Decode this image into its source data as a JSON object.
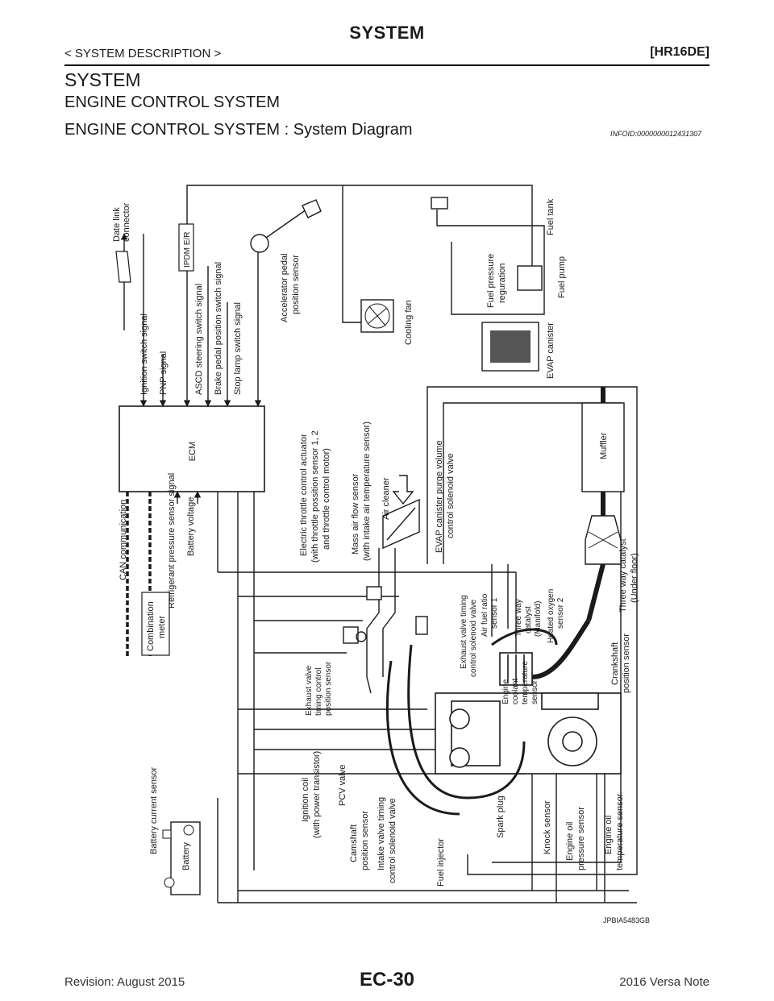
{
  "header": {
    "title": "SYSTEM",
    "section": "< SYSTEM DESCRIPTION >",
    "engine": "[HR16DE]"
  },
  "headings": {
    "h1": "SYSTEM",
    "h2": "ENGINE CONTROL SYSTEM",
    "h3": "ENGINE CONTROL SYSTEM : System  Diagram",
    "info_id": "INFOID:0000000012431307"
  },
  "diagram": {
    "figure_id": "JPBIA5483GB",
    "labels": {
      "ecm": "ECM",
      "data_link_1": "Date link",
      "data_link_2": "connector",
      "ipdm": "IPDM E/R",
      "ignition_switch": "Ignition switch signal",
      "pnp": "PNP signal",
      "ascd": "ASCD steering switch signal",
      "brake_pedal": "Brake pedal position switch signal",
      "stop_lamp": "Stop lamp switch signal",
      "can": "CAN communication",
      "refrigerant": "Refrigerant pressure sensor signal",
      "battery_voltage": "Battery voltage",
      "combination_1": "Combination",
      "combination_2": "meter",
      "accelerator_1": "Accelerator pedal",
      "accelerator_2": "position sensor",
      "cooling_fan": "Cooling fan",
      "fuel_pressure_1": "Fuel pressure",
      "fuel_pressure_2": "reguration",
      "fuel_tank": "Fuel tank",
      "fuel_pump": "Fuel pump",
      "evap_canister": "EVAP canister",
      "muffler": "Muffler",
      "throttle_1": "Electric throttle control actuator",
      "throttle_2": "(with throttle possition sensor 1, 2",
      "throttle_3": "and throttle control motor)",
      "maf_1": "Mass air flow sensor",
      "maf_2": "(with intake air temperature sensor)",
      "air_cleaner": "Air cleaner",
      "evap_purge_1": "EVAP canister purge volume",
      "evap_purge_2": "control solenoid valve",
      "three_way_floor_1": "Three way catalyst",
      "three_way_floor_2": "(Under floor)",
      "exhaust_timing_1": "Exhaust valve timing",
      "exhaust_timing_2": "control solenoid valve",
      "af_1": "Air fuel ratio",
      "af_2": "sensor 1",
      "three_way_man_1": "Three way",
      "three_way_man_2": "catalyst",
      "three_way_man_3": "(Manifold)",
      "ho2_1": "Heated oxygen",
      "ho2_2": "sensor 2",
      "exhaust_pos_1": "Exhaust valve",
      "exhaust_pos_2": "timing control",
      "exhaust_pos_3": "position sensor",
      "coolant_1": "Engine",
      "coolant_2": "coolant",
      "coolant_3": "temperature",
      "coolant_4": "sensor",
      "crankshaft_1": "Crankshaft",
      "crankshaft_2": "position sensor",
      "ignition_coil_1": "Ignition coil",
      "ignition_coil_2": "(with power transistor)",
      "pcv": "PCV valve",
      "camshaft_1": "Camshaft",
      "camshaft_2": "position sensor",
      "intake_timing_1": "Intake valve timing",
      "intake_timing_2": "control solenoid valve",
      "fuel_injector": "Fuel injector",
      "spark_plug": "Spark plug",
      "knock": "Knock sensor",
      "oil_pressure_1": "Engine oil",
      "oil_pressure_2": "pressure sensor",
      "oil_temp_1": "Engine oil",
      "oil_temp_2": "temperature sensor",
      "battery_current": "Battery current sensor",
      "battery": "Battery"
    }
  },
  "footer": {
    "revision": "Revision: August 2015",
    "page": "EC-30",
    "model": "2016 Versa Note"
  }
}
